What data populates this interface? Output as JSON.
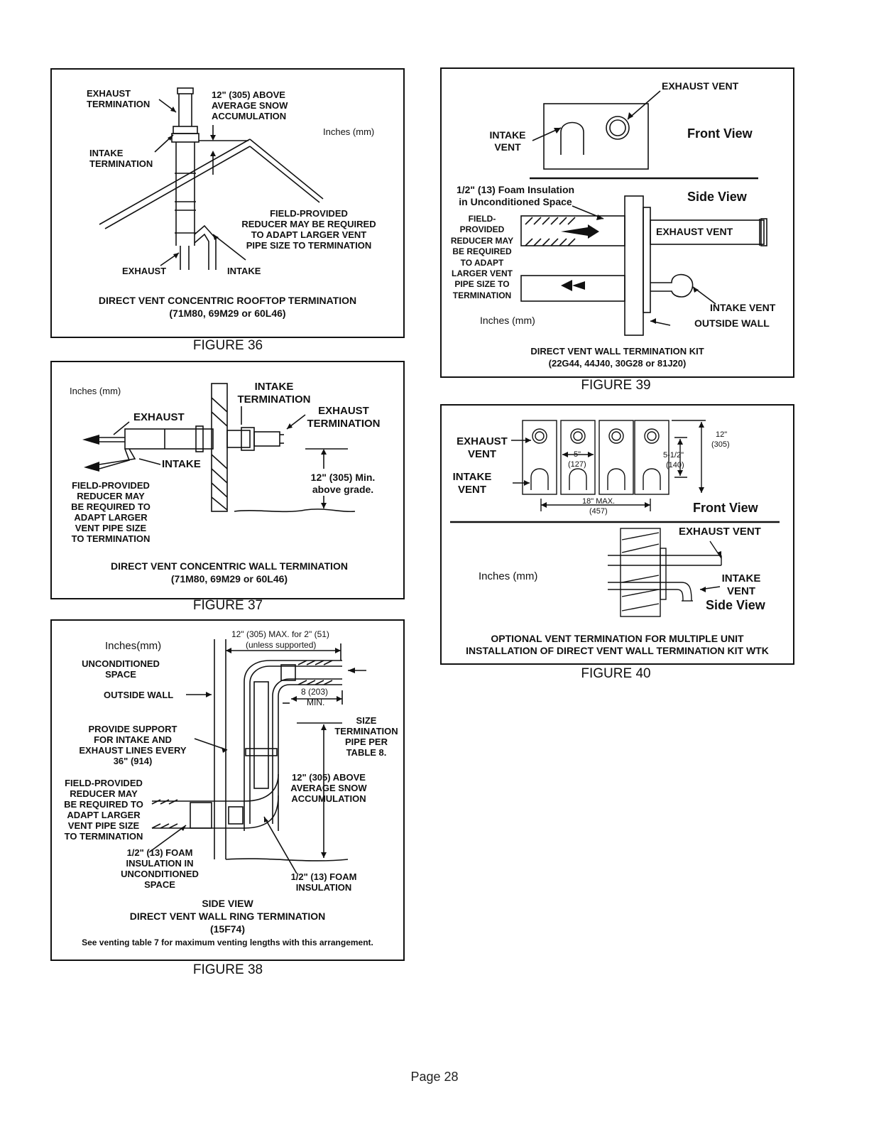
{
  "page_number": "Page 28",
  "fig36": {
    "caption": "FIGURE 36",
    "exhaust_termination": "EXHAUST\nTERMINATION",
    "snow": "12\" (305) ABOVE\nAVERAGE SNOW\nACCUMULATION",
    "units": "Inches (mm)",
    "intake_termination": "INTAKE\nTERMINATION",
    "reducer": "FIELD-PROVIDED\nREDUCER MAY BE REQUIRED\nTO ADAPT LARGER VENT\nPIPE SIZE TO TERMINATION",
    "exhaust": "EXHAUST",
    "intake": "INTAKE",
    "title": "DIRECT VENT CONCENTRIC ROOFTOP TERMINATION",
    "models": "(71M80, 69M29 or 60L46)"
  },
  "fig37": {
    "caption": "FIGURE 37",
    "units": "Inches (mm)",
    "intake_termination": "INTAKE\nTERMINATION",
    "exhaust": "EXHAUST",
    "exhaust_termination": "EXHAUST\nTERMINATION",
    "intake": "INTAKE",
    "min": "12\" (305) Min.\nabove grade.",
    "reducer": "FIELD-PROVIDED\nREDUCER MAY\nBE REQUIRED TO\nADAPT LARGER\nVENT PIPE SIZE\nTO TERMINATION",
    "title": "DIRECT VENT CONCENTRIC WALL TERMINATION",
    "models": "(71M80, 69M29 or 60L46)"
  },
  "fig38": {
    "caption": "FIGURE 38",
    "units": "Inches(mm)",
    "max": "12\" (305) MAX. for 2\" (51)",
    "unless": "(unless supported)",
    "unconditioned": "UNCONDITIONED\nSPACE",
    "outside_wall": "OUTSIDE WALL",
    "min8": "8 (203)",
    "min_word": "MIN.",
    "size": "SIZE\nTERMINATION\nPIPE PER\nTABLE 8.",
    "support": "PROVIDE SUPPORT\nFOR INTAKE AND\nEXHAUST LINES EVERY\n36\" (914)",
    "snow": "12\" (305) ABOVE\nAVERAGE SNOW\nACCUMULATION",
    "reducer": "FIELD-PROVIDED\nREDUCER MAY\nBE REQUIRED TO\nADAPT LARGER\nVENT PIPE SIZE\nTO TERMINATION",
    "foam_left": "1/2\" (13) FOAM\nINSULATION IN\nUNCONDITIONED\nSPACE",
    "foam_right": "1/2\" (13) FOAM\nINSULATION",
    "side_view": "SIDE VIEW",
    "title": "DIRECT VENT WALL RING TERMINATION",
    "models": "(15F74)",
    "note": "See venting table 7 for maximum venting lengths with this arrangement."
  },
  "fig39": {
    "caption": "FIGURE 39",
    "exhaust_vent_top": "EXHAUST VENT",
    "intake_vent": "INTAKE\nVENT",
    "front_view": "Front View",
    "side_view": "Side View",
    "foam": "1/2\" (13) Foam Insulation\nin Unconditioned Space",
    "reducer": "FIELD-\nPROVIDED\nREDUCER MAY\nBE REQUIRED\nTO ADAPT\nLARGER VENT\nPIPE SIZE TO\nTERMINATION",
    "exhaust_vent_side": "EXHAUST VENT",
    "intake_vent_side": "INTAKE VENT",
    "outside_wall": "OUTSIDE WALL",
    "units": "Inches (mm)",
    "title": "DIRECT VENT WALL TERMINATION KIT",
    "models": "(22G44, 44J40, 30G28 or 81J20)"
  },
  "fig40": {
    "caption": "FIGURE 40",
    "exhaust_vent": "EXHAUST\nVENT",
    "intake_vent": "INTAKE\nVENT",
    "dim5": "5\"",
    "dim5mm": "(127)",
    "dim12": "12\"",
    "dim12mm": "(305)",
    "dim512": "5-1/2\"",
    "dim512mm": "(140)",
    "dim18": "18\" MAX.",
    "dim18mm": "(457)",
    "front_view": "Front View",
    "exhaust_vent_side": "EXHAUST VENT",
    "units": "Inches (mm)",
    "intake_side": "INTAKE\nVENT",
    "side_view": "Side View",
    "title1": "OPTIONAL VENT TERMINATION FOR MULTIPLE UNIT",
    "title2": "INSTALLATION OF DIRECT VENT WALL TERMINATION KIT WTK"
  }
}
